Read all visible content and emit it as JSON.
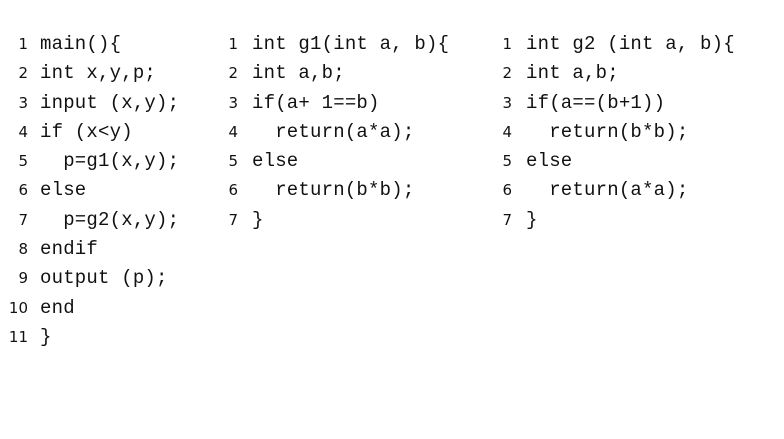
{
  "main_listing": [
    {
      "num": "1",
      "code": "main(){"
    },
    {
      "num": "2",
      "code": "int x,y,p;"
    },
    {
      "num": "3",
      "code": "input (x,y);"
    },
    {
      "num": "4",
      "code": "if (x<y)"
    },
    {
      "num": "5",
      "code": "  p=g1(x,y);"
    },
    {
      "num": "6",
      "code": "else"
    },
    {
      "num": "7",
      "code": "  p=g2(x,y);"
    },
    {
      "num": "8",
      "code": "endif"
    },
    {
      "num": "9",
      "code": "output (p);"
    },
    {
      "num": "10",
      "code": "end"
    },
    {
      "num": "11",
      "code": "}"
    }
  ],
  "g1_listing": [
    {
      "num": "1",
      "code": "int g1(int a, b){"
    },
    {
      "num": "2",
      "code": "int a,b;"
    },
    {
      "num": "3",
      "code": "if(a+ 1==b)"
    },
    {
      "num": "4",
      "code": "  return(a*a);"
    },
    {
      "num": "5",
      "code": "else"
    },
    {
      "num": "6",
      "code": "  return(b*b);"
    },
    {
      "num": "7",
      "code": "}"
    }
  ],
  "g2_listing": [
    {
      "num": "1",
      "code": "int g2 (int a, b){"
    },
    {
      "num": "2",
      "code": "int a,b;"
    },
    {
      "num": "3",
      "code": "if(a==(b+1))"
    },
    {
      "num": "4",
      "code": "  return(b*b);"
    },
    {
      "num": "5",
      "code": "else"
    },
    {
      "num": "6",
      "code": "  return(a*a);"
    },
    {
      "num": "7",
      "code": "}"
    }
  ]
}
